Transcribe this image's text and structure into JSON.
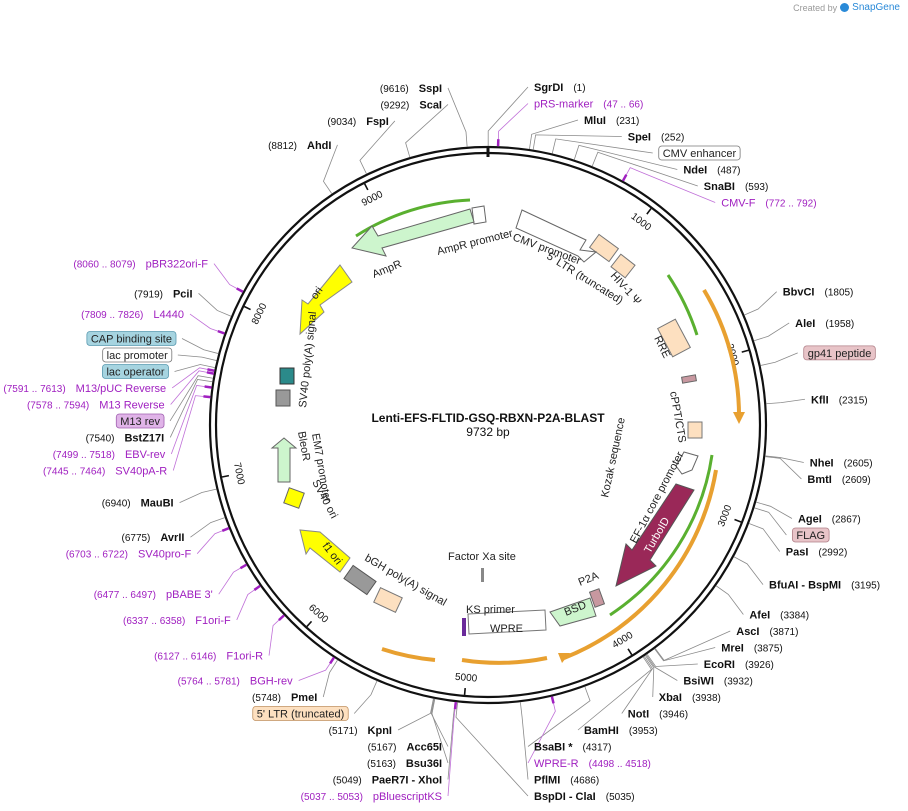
{
  "credit": {
    "created_by": "Created by",
    "brand": "SnapGene"
  },
  "plasmid": {
    "name": "Lenti-EFS-FLTID-GSQ-RBXN-P2A-BLAST",
    "length_label": "9732 bp",
    "length": 9732
  },
  "ticks": [
    {
      "pos": 1000,
      "label": "1000"
    },
    {
      "pos": 2000,
      "label": "2000"
    },
    {
      "pos": 3000,
      "label": "3000"
    },
    {
      "pos": 4000,
      "label": "4000"
    },
    {
      "pos": 5000,
      "label": "5000"
    },
    {
      "pos": 6000,
      "label": "6000"
    },
    {
      "pos": 7000,
      "label": "7000"
    },
    {
      "pos": 8000,
      "label": "8000"
    },
    {
      "pos": 9000,
      "label": "9000"
    }
  ],
  "sites": [
    {
      "id": "sgrdi",
      "kind": "site",
      "bp": 1,
      "name": "SgrDI",
      "pos": "(1)",
      "side": "r"
    },
    {
      "id": "sspi",
      "kind": "site",
      "bp": 9616,
      "name": "SspI",
      "pos": "(9616)",
      "side": "l"
    },
    {
      "id": "scai",
      "kind": "site",
      "bp": 9292,
      "name": "ScaI",
      "pos": "(9292)",
      "side": "l"
    },
    {
      "id": "fspi",
      "kind": "site",
      "bp": 9034,
      "name": "FspI",
      "pos": "(9034)",
      "side": "l"
    },
    {
      "id": "ahdi",
      "kind": "site",
      "bp": 8812,
      "name": "AhdI",
      "pos": "(8812)",
      "side": "l"
    },
    {
      "id": "prs",
      "kind": "primer",
      "bp": 56,
      "name": "pRS-marker",
      "pos": "(47 .. 66)",
      "side": "r"
    },
    {
      "id": "mlui",
      "kind": "site",
      "bp": 231,
      "name": "MluI",
      "pos": "(231)",
      "side": "r"
    },
    {
      "id": "spei",
      "kind": "site",
      "bp": 252,
      "name": "SpeI",
      "pos": "(252)",
      "side": "r"
    },
    {
      "id": "cmvenh",
      "kind": "feature",
      "bp": 360,
      "name": "CMV enhancer",
      "side": "r",
      "bg": "#ffffff",
      "border": "#777777"
    },
    {
      "id": "ndei",
      "kind": "site",
      "bp": 487,
      "name": "NdeI",
      "pos": "(487)",
      "side": "r"
    },
    {
      "id": "snabi",
      "kind": "site",
      "bp": 593,
      "name": "SnaBI",
      "pos": "(593)",
      "side": "r"
    },
    {
      "id": "cmvf",
      "kind": "primer",
      "bp": 782,
      "name": "CMV-F",
      "pos": "(772 .. 792)",
      "side": "r"
    },
    {
      "id": "bbvci",
      "kind": "site",
      "bp": 1805,
      "name": "BbvCI",
      "pos": "(1805)",
      "side": "r"
    },
    {
      "id": "alei",
      "kind": "site",
      "bp": 1958,
      "name": "AleI",
      "pos": "(1958)",
      "side": "r"
    },
    {
      "id": "gp41",
      "kind": "feature",
      "bp": 2100,
      "name": "gp41 peptide",
      "side": "r",
      "bg": "#e8c4c8",
      "border": "#b08088"
    },
    {
      "id": "kfli",
      "kind": "site",
      "bp": 2315,
      "name": "KflI",
      "pos": "(2315)",
      "side": "r"
    },
    {
      "id": "nhei",
      "kind": "site",
      "bp": 2605,
      "name": "NheI",
      "pos": "(2605)",
      "side": "r"
    },
    {
      "id": "bmti",
      "kind": "site",
      "bp": 2609,
      "name": "BmtI",
      "pos": "(2609)",
      "side": "r"
    },
    {
      "id": "agei",
      "kind": "site",
      "bp": 2867,
      "name": "AgeI",
      "pos": "(2867)",
      "side": "r"
    },
    {
      "id": "flag",
      "kind": "feature",
      "bp": 2900,
      "name": "FLAG",
      "side": "r",
      "bg": "#e8c4c8",
      "border": "#b08088"
    },
    {
      "id": "pasi",
      "kind": "site",
      "bp": 2992,
      "name": "PasI",
      "pos": "(2992)",
      "side": "r"
    },
    {
      "id": "bfuai",
      "kind": "site",
      "bp": 3195,
      "name": "BfuAI  -  BspMI",
      "pos": "(3195)",
      "side": "r"
    },
    {
      "id": "afei",
      "kind": "site",
      "bp": 3384,
      "name": "AfeI",
      "pos": "(3384)",
      "side": "r"
    },
    {
      "id": "asci",
      "kind": "site",
      "bp": 3871,
      "name": "AscI",
      "pos": "(3871)",
      "side": "r"
    },
    {
      "id": "mrei",
      "kind": "site",
      "bp": 3875,
      "name": "MreI",
      "pos": "(3875)",
      "side": "r"
    },
    {
      "id": "ecori",
      "kind": "site",
      "bp": 3926,
      "name": "EcoRI",
      "pos": "(3926)",
      "side": "r"
    },
    {
      "id": "bsiwi",
      "kind": "site",
      "bp": 3932,
      "name": "BsiWI",
      "pos": "(3932)",
      "side": "r"
    },
    {
      "id": "xbai",
      "kind": "site",
      "bp": 3938,
      "name": "XbaI",
      "pos": "(3938)",
      "side": "r"
    },
    {
      "id": "noti",
      "kind": "site",
      "bp": 3946,
      "name": "NotI",
      "pos": "(3946)",
      "side": "r"
    },
    {
      "id": "bamhi",
      "kind": "site",
      "bp": 3953,
      "name": "BamHI",
      "pos": "(3953)",
      "side": "r"
    },
    {
      "id": "bsabi",
      "kind": "site",
      "bp": 4317,
      "name": "BsaBI *",
      "pos": "(4317)",
      "side": "r"
    },
    {
      "id": "wprer",
      "kind": "primer",
      "bp": 4508,
      "name": "WPRE-R",
      "pos": "(4498 .. 4518)",
      "side": "r"
    },
    {
      "id": "pflmi",
      "kind": "site",
      "bp": 4686,
      "name": "PflMI",
      "pos": "(4686)",
      "side": "r"
    },
    {
      "id": "bspdi",
      "kind": "site",
      "bp": 5035,
      "name": "BspDI  -  ClaI",
      "pos": "(5035)",
      "side": "r"
    },
    {
      "id": "paer7i",
      "kind": "site",
      "bp": 5049,
      "name": "PaeR7I  -  XhoI",
      "pos": "(5049)",
      "side": "l"
    },
    {
      "id": "pbks",
      "kind": "primer",
      "bp": 5045,
      "name": "pBluescriptKS",
      "pos": "(5037 .. 5053)",
      "side": "l"
    },
    {
      "id": "bsu36i",
      "kind": "site",
      "bp": 5163,
      "name": "Bsu36I",
      "pos": "(5163)",
      "side": "l"
    },
    {
      "id": "acc65i",
      "kind": "site",
      "bp": 5167,
      "name": "Acc65I",
      "pos": "(5167)",
      "side": "l"
    },
    {
      "id": "kpni",
      "kind": "site",
      "bp": 5171,
      "name": "KpnI",
      "pos": "(5171)",
      "side": "l"
    },
    {
      "id": "ltr5b",
      "kind": "feature",
      "bp": 5500,
      "name": "5' LTR (truncated)",
      "side": "l",
      "bg": "#fde0c0",
      "border": "#c09060"
    },
    {
      "id": "pmei",
      "kind": "site",
      "bp": 5748,
      "name": "PmeI",
      "pos": "(5748)",
      "side": "l"
    },
    {
      "id": "bghrev",
      "kind": "primer",
      "bp": 5772,
      "name": "BGH-rev",
      "pos": "(5764 .. 5781)",
      "side": "l"
    },
    {
      "id": "f1orir",
      "kind": "primer",
      "bp": 6136,
      "name": "F1ori-R",
      "pos": "(6127 .. 6146)",
      "side": "l"
    },
    {
      "id": "f1orif",
      "kind": "primer",
      "bp": 6347,
      "name": "F1ori-F",
      "pos": "(6337 .. 6358)",
      "side": "l"
    },
    {
      "id": "pbabe3",
      "kind": "primer",
      "bp": 6487,
      "name": "pBABE 3'",
      "pos": "(6477 .. 6497)",
      "side": "l"
    },
    {
      "id": "sv40prof",
      "kind": "primer",
      "bp": 6712,
      "name": "SV40pro-F",
      "pos": "(6703 .. 6722)",
      "side": "l"
    },
    {
      "id": "avrii",
      "kind": "site",
      "bp": 6775,
      "name": "AvrII",
      "pos": "(6775)",
      "side": "l"
    },
    {
      "id": "maubi",
      "kind": "site",
      "bp": 6940,
      "name": "MauBI",
      "pos": "(6940)",
      "side": "l"
    },
    {
      "id": "sv40pa",
      "kind": "primer",
      "bp": 7454,
      "name": "SV40pA-R",
      "pos": "(7445 .. 7464)",
      "side": "l"
    },
    {
      "id": "ebvrev",
      "kind": "primer",
      "bp": 7508,
      "name": "EBV-rev",
      "pos": "(7499 .. 7518)",
      "side": "l"
    },
    {
      "id": "bstz17i",
      "kind": "site",
      "bp": 7540,
      "name": "BstZ17I",
      "pos": "(7540)",
      "side": "l"
    },
    {
      "id": "m13rev",
      "kind": "feature",
      "bp": 7560,
      "name": "M13 rev",
      "side": "l",
      "bg": "#e0b4e8",
      "border": "#a060b0"
    },
    {
      "id": "m13r",
      "kind": "primer",
      "bp": 7586,
      "name": "M13 Reverse",
      "pos": "(7578 .. 7594)",
      "side": "l"
    },
    {
      "id": "lacop",
      "kind": "feature",
      "bp": 7620,
      "name": "lac operator",
      "side": "l",
      "bg": "#a6d4e0",
      "border": "#5a9ab0"
    },
    {
      "id": "m13puc",
      "kind": "primer",
      "bp": 7602,
      "name": "M13/pUC Reverse",
      "pos": "(7591 .. 7613)",
      "side": "l"
    },
    {
      "id": "lacprom",
      "kind": "feature",
      "bp": 7660,
      "name": "lac promoter",
      "side": "l",
      "bg": "#ffffff",
      "border": "#777777"
    },
    {
      "id": "cap",
      "kind": "feature",
      "bp": 7700,
      "name": "CAP binding site",
      "side": "l",
      "bg": "#a6d4e0",
      "border": "#5a9ab0"
    },
    {
      "id": "l4440",
      "kind": "primer",
      "bp": 7817,
      "name": "L4440",
      "pos": "(7809 .. 7826)",
      "side": "l"
    },
    {
      "id": "pcii",
      "kind": "site",
      "bp": 7919,
      "name": "PciI",
      "pos": "(7919)",
      "side": "l"
    },
    {
      "id": "pbr322",
      "kind": "primer",
      "bp": 8070,
      "name": "pBR322ori-F",
      "pos": "(8060 .. 8079)",
      "side": "l"
    }
  ],
  "inner_labels": [
    {
      "id": "ampr-prom",
      "text": "AmpR promoter"
    },
    {
      "id": "ampr",
      "text": "AmpR"
    },
    {
      "id": "ori",
      "text": "ori"
    },
    {
      "id": "sv40pa-sig",
      "text": "SV40 poly(A) signal"
    },
    {
      "id": "em7",
      "text": "EM7 promoter"
    },
    {
      "id": "bleor",
      "text": "BleoR"
    },
    {
      "id": "sv40ori",
      "text": "SV40 ori"
    },
    {
      "id": "f1ori",
      "text": "f1 ori"
    },
    {
      "id": "bgh",
      "text": "bGH poly(A) signal"
    },
    {
      "id": "factorxa",
      "text": "Factor Xa site"
    },
    {
      "id": "ksprimer",
      "text": "KS primer"
    },
    {
      "id": "wpre",
      "text": "WPRE"
    },
    {
      "id": "bsd",
      "text": "BSD"
    },
    {
      "id": "p2a",
      "text": "P2A"
    },
    {
      "id": "turboid",
      "text": "TurboID"
    },
    {
      "id": "ef1a",
      "text": "EF-1α core promoter"
    },
    {
      "id": "kozak",
      "text": "Kozak sequence"
    },
    {
      "id": "cppt",
      "text": "cPPT/CTS"
    },
    {
      "id": "rre",
      "text": "RRE"
    },
    {
      "id": "hiv",
      "text": "HIV-1 Ψ"
    },
    {
      "id": "ltr5",
      "text": "5' LTR (truncated)"
    },
    {
      "id": "cmvprom",
      "text": "CMV promoter"
    }
  ]
}
